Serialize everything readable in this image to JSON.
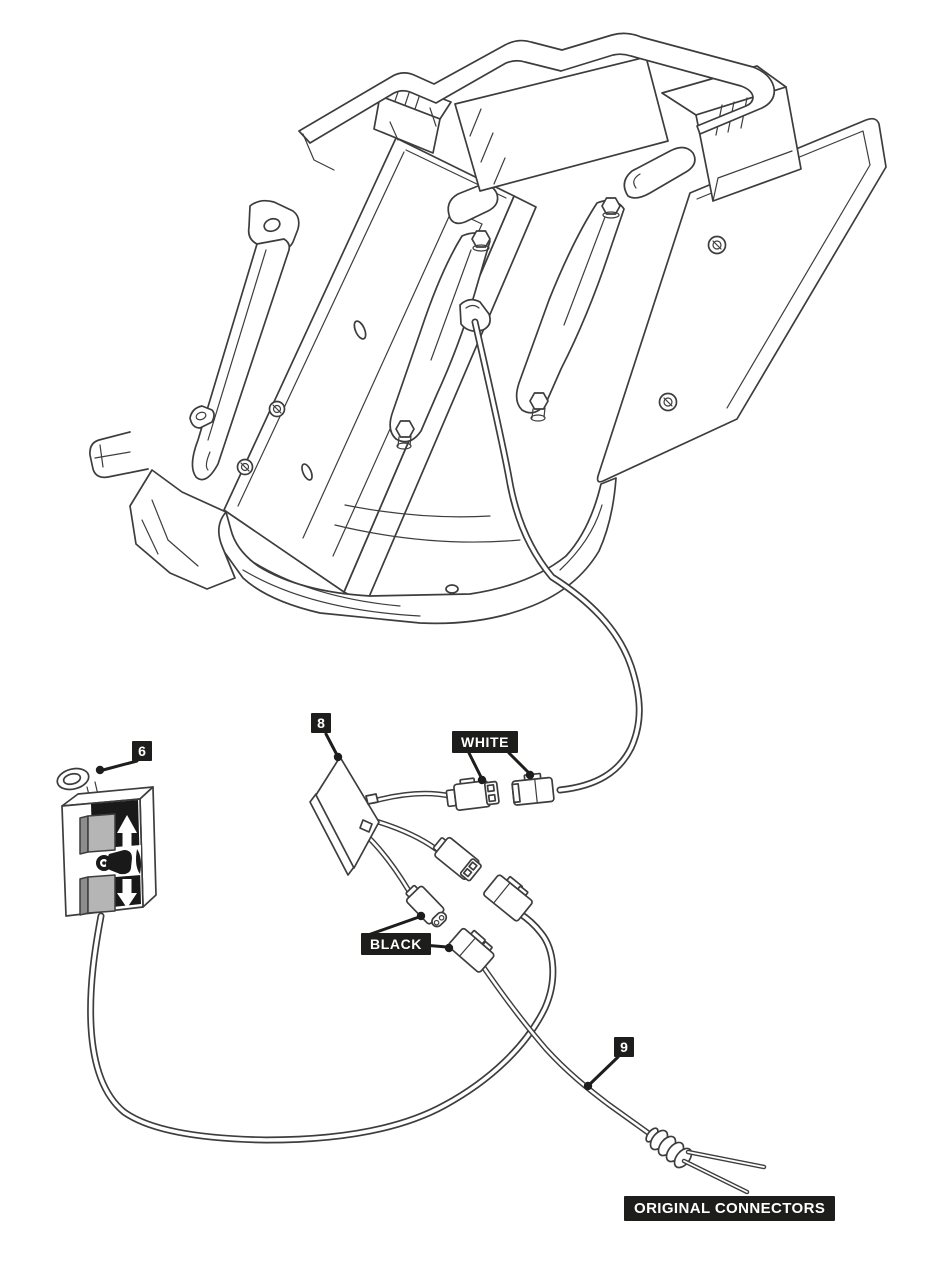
{
  "diagram": {
    "callouts": {
      "item6": "6",
      "item8": "8",
      "item9": "9",
      "white_connector": "WHITE",
      "black_connector": "BLACK",
      "original_connectors": "ORIGINAL CONNECTORS"
    },
    "icons": {
      "switch_up": "up-arrow-icon",
      "switch_down": "down-arrow-icon",
      "switch_key": "key-icon"
    },
    "colors": {
      "line": "#3d3d3d",
      "label_bg": "#1d1d1b",
      "label_text": "#ffffff",
      "switch_panel": "#191919",
      "button_gray": "#b5b5b5",
      "button_gray_dark": "#8d8d8d",
      "background": "#ffffff"
    }
  }
}
